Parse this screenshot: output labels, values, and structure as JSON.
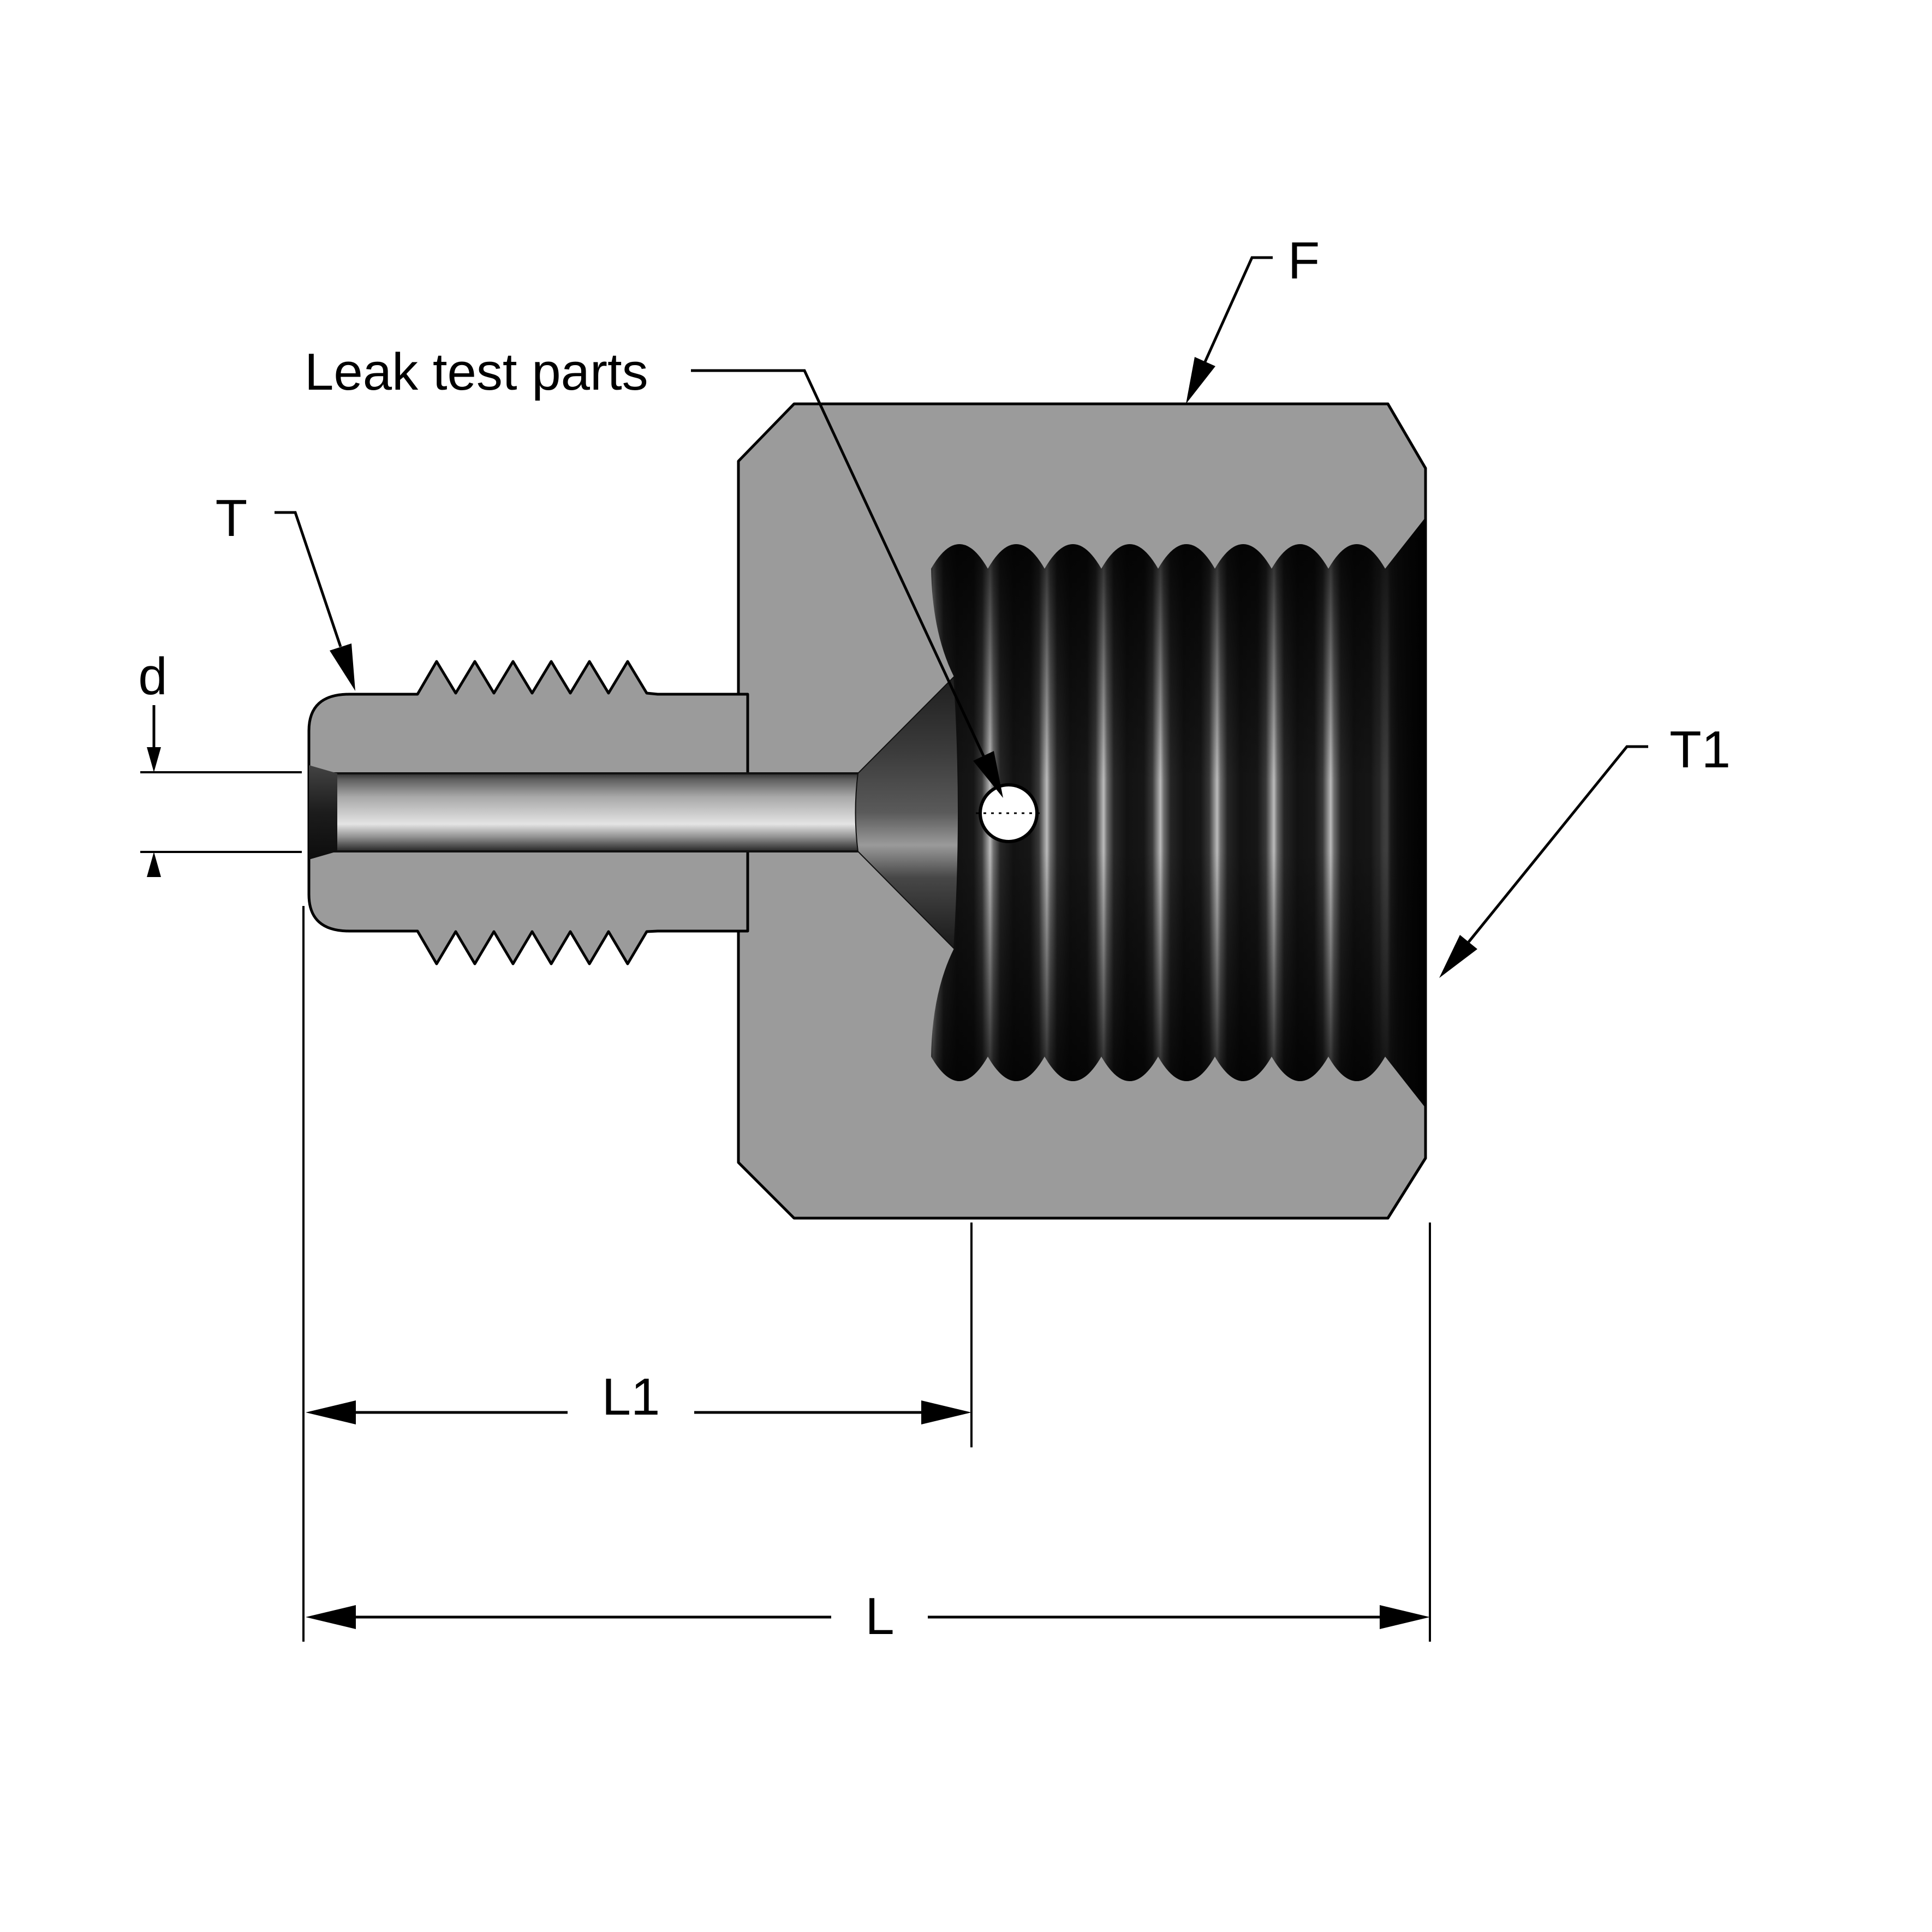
{
  "labels": {
    "leak_test": "Leak test parts",
    "thread_male": "T",
    "bore_diameter": "d",
    "body_face": "F",
    "thread_female": "T1",
    "dim_l1": "L1",
    "dim_total": "L"
  },
  "colors": {
    "background": "#ffffff",
    "body_gray": "#9b9b9b",
    "outline": "#000000",
    "thread_dark": "#161616",
    "leak_hole": "#ffffff"
  }
}
